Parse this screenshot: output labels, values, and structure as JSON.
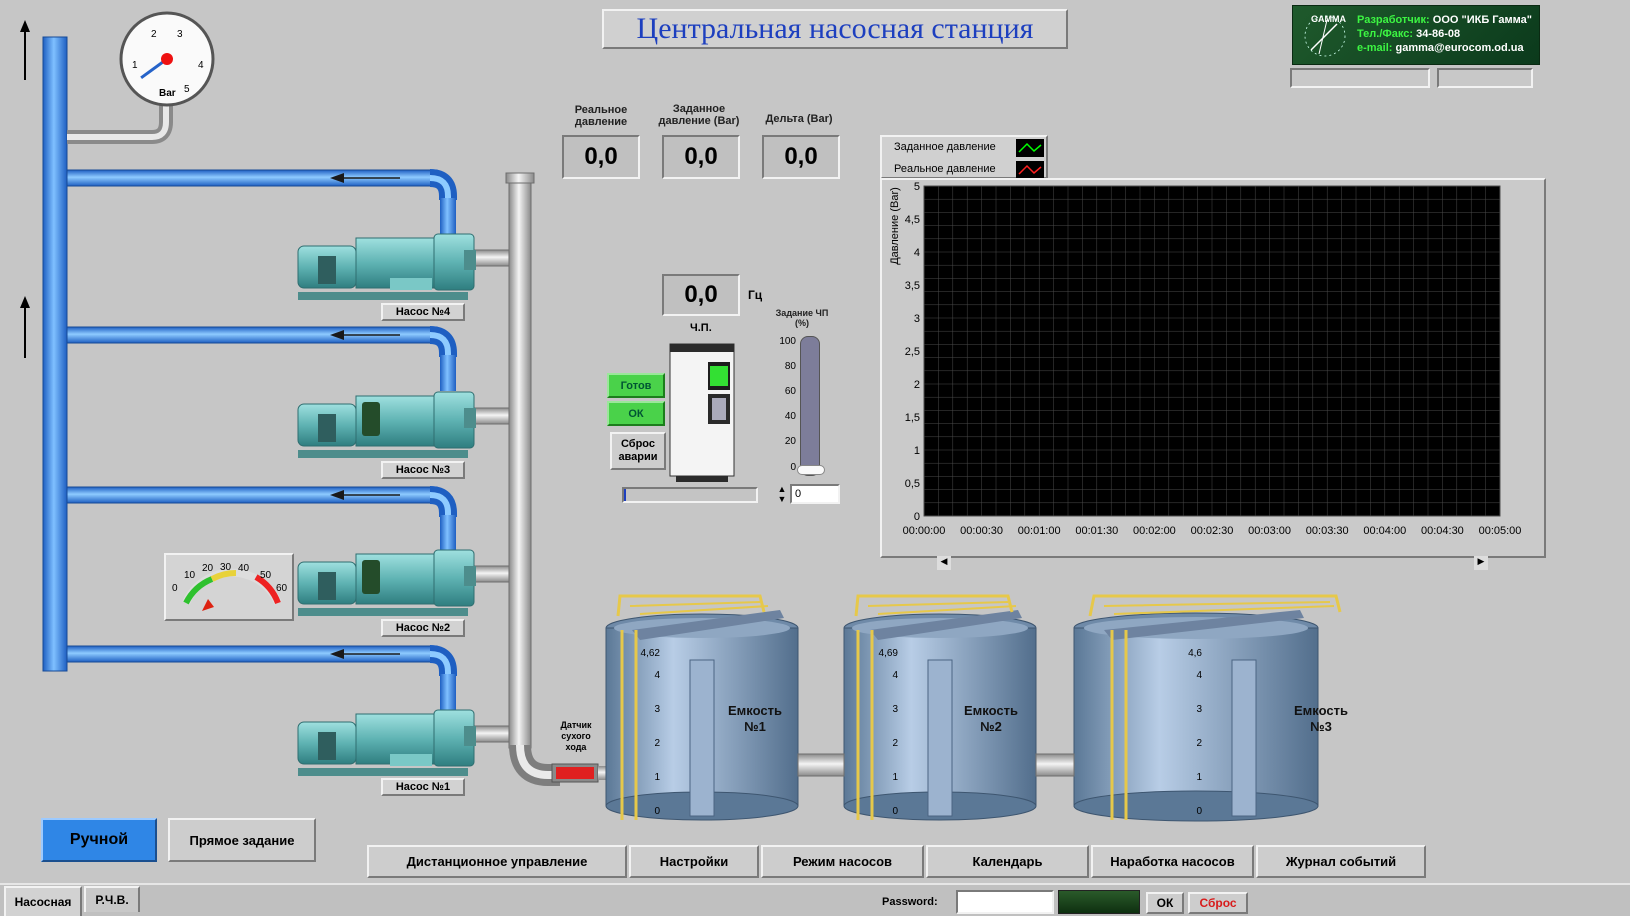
{
  "title": "Центральная насосная станция",
  "developer": {
    "label1": "Разработчик:",
    "value1": "ООО \"ИКБ Гамма\"",
    "label2": "Тел./Факс:",
    "value2": "34-86-08",
    "label3": "e-mail:",
    "value3": "gamma@eurocom.od.ua",
    "logo_text": "GAMMA"
  },
  "gauge": {
    "unit": "Bar",
    "ticks": [
      "1",
      "2",
      "3",
      "4",
      "5"
    ],
    "level": 0.3
  },
  "meters": [
    {
      "label": "Реальное давление",
      "value": "0,0"
    },
    {
      "label": "Заданное давление (Bar)",
      "value": "0,0"
    },
    {
      "label": "Дельта (Bar)",
      "value": "0,0"
    }
  ],
  "vfd": {
    "freq_value": "0,0",
    "freq_unit": "Гц",
    "label": "Ч.П.",
    "ready_label": "Готов",
    "ok_label": "ОК",
    "reset_label": "Сброс аварии",
    "setpoint_label": "Задание ЧП (%)",
    "slider_ticks": [
      "100",
      "80",
      "60",
      "40",
      "20",
      "0"
    ],
    "setpoint_value": "0",
    "setpoint_level": 0
  },
  "pumps": [
    {
      "label": "Насос №4"
    },
    {
      "label": "Насос №3"
    },
    {
      "label": "Насос №2"
    },
    {
      "label": "Насос №1"
    }
  ],
  "speed_meter": {
    "ticks": [
      "0",
      "10",
      "20",
      "30",
      "40",
      "50",
      "60"
    ],
    "value": 10
  },
  "dry_sensor_label": "Датчик сухого хода",
  "chart_data": {
    "type": "line",
    "series": [
      {
        "name": "Заданное давление",
        "color": "#00ff00",
        "values": []
      },
      {
        "name": "Реальное давление",
        "color": "#ff2020",
        "values": []
      }
    ],
    "ylabel": "Давление (Bar)",
    "xlabel": "",
    "ylim": [
      0,
      5
    ],
    "y_ticks": [
      "5",
      "4,5",
      "4",
      "3,5",
      "3",
      "2,5",
      "2",
      "1,5",
      "1",
      "0,5",
      "0"
    ],
    "x_ticks": [
      "00:00:00",
      "00:00:30",
      "00:01:00",
      "00:01:30",
      "00:02:00",
      "00:02:30",
      "00:03:00",
      "00:03:30",
      "00:04:00",
      "00:04:30",
      "00:05:00"
    ],
    "grid": true,
    "background": "#000000",
    "legend": "top-left"
  },
  "tanks": [
    {
      "label1": "Емкость",
      "label2": "№1",
      "max": "4,62",
      "ticks": [
        "4",
        "3",
        "2",
        "1",
        "0"
      ],
      "level": 0
    },
    {
      "label1": "Емкость",
      "label2": "№2",
      "max": "4,69",
      "ticks": [
        "4",
        "3",
        "2",
        "1",
        "0"
      ],
      "level": 0
    },
    {
      "label1": "Емкость",
      "label2": "№3",
      "max": "4,6",
      "ticks": [
        "4",
        "3",
        "2",
        "1",
        "0"
      ],
      "level": 0
    }
  ],
  "mode_buttons": {
    "manual": "Ручной",
    "direct": "Прямое задание"
  },
  "nav_buttons": [
    "Дистанционное управление",
    "Настройки",
    "Режим насосов",
    "Календарь",
    "Наработка насосов",
    "Журнал событий"
  ],
  "tabs": [
    "Насосная",
    "Р.Ч.В."
  ],
  "login": {
    "password_label": "Password:",
    "ok_label": "ОК",
    "reset_label": "Сброс"
  },
  "colors": {
    "pipe_blue": "#3a8fe8",
    "pipe_grey": "#bdbdbd",
    "status_green": "#4ad24a",
    "title_blue": "#1d3fbf",
    "manual_btn": "#2f86e6"
  }
}
